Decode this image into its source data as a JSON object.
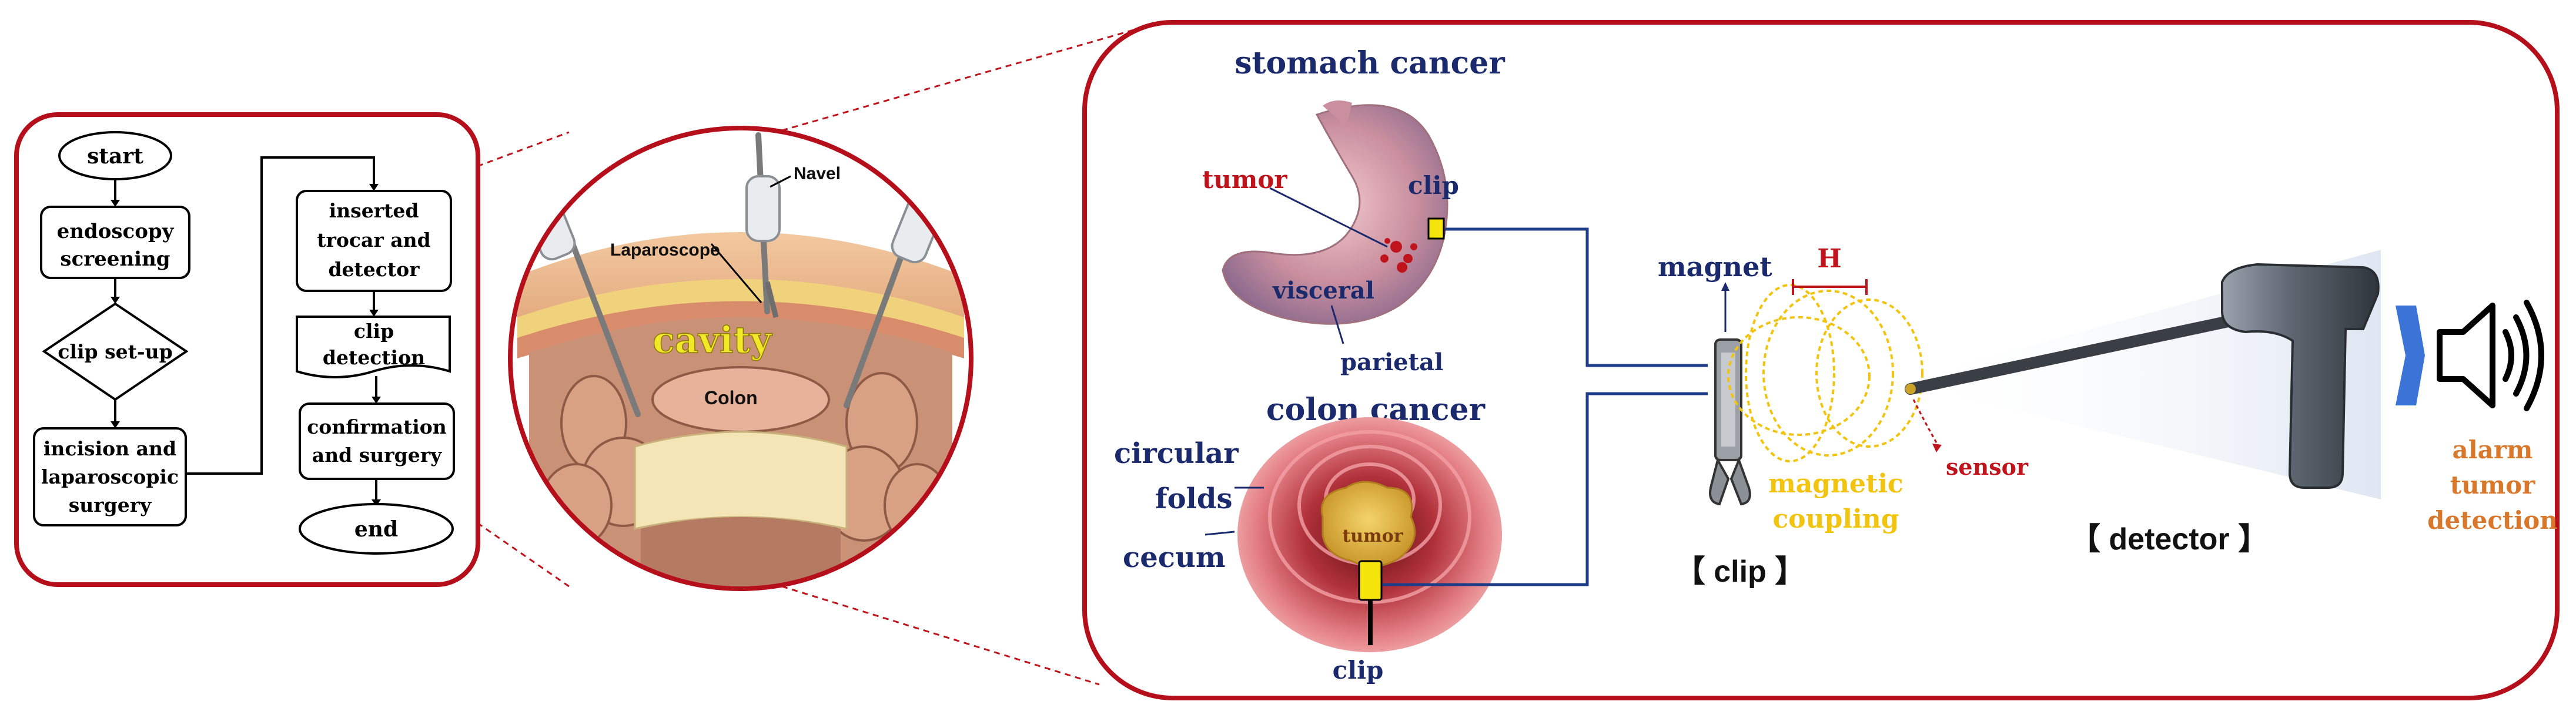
{
  "flowchart": {
    "start": "start",
    "step1": "endoscopy screening",
    "step1_lines": [
      "endoscopy",
      "screening"
    ],
    "decision": "clip set-up",
    "step2_lines": [
      "incision and",
      "laparoscopic",
      "surgery"
    ],
    "step3_lines": [
      "inserted",
      "trocar and",
      "detector"
    ],
    "step4_lines": [
      "clip",
      "detection"
    ],
    "step5_lines": [
      "confirmation",
      "and surgery"
    ],
    "end": "end"
  },
  "surgery_view": {
    "navel": "Navel",
    "laparoscope": "Laparoscope",
    "cavity": "cavity",
    "colon": "Colon"
  },
  "stomach": {
    "title": "stomach cancer",
    "tumor": "tumor",
    "clip": "clip",
    "visceral": "visceral",
    "parietal": "parietal"
  },
  "colon": {
    "title": "colon cancer",
    "circular_folds_lines": [
      "circular",
      "folds"
    ],
    "cecum": "cecum",
    "tumor": "tumor",
    "clip": "clip"
  },
  "device": {
    "magnet": "magnet",
    "h_label": "H",
    "magnetic_coupling_lines": [
      "magnetic",
      "coupling"
    ],
    "clip_caption": "【 clip 】",
    "sensor": "sensor",
    "detector_caption": "【 detector 】",
    "alarm_lines": [
      "alarm",
      "tumor",
      "detection"
    ]
  },
  "colors": {
    "frame_red": "#b40f1a",
    "navy_text": "#1a2a6c",
    "tumor_red": "#c0141c",
    "coupling_yellow": "#f2c40f",
    "alarm_orange": "#d9782a",
    "arrow_blue": "#3b73d6",
    "connector_blue": "#1f3c88"
  },
  "icons": [
    "speaker-icon",
    "arrow-right-icon"
  ]
}
